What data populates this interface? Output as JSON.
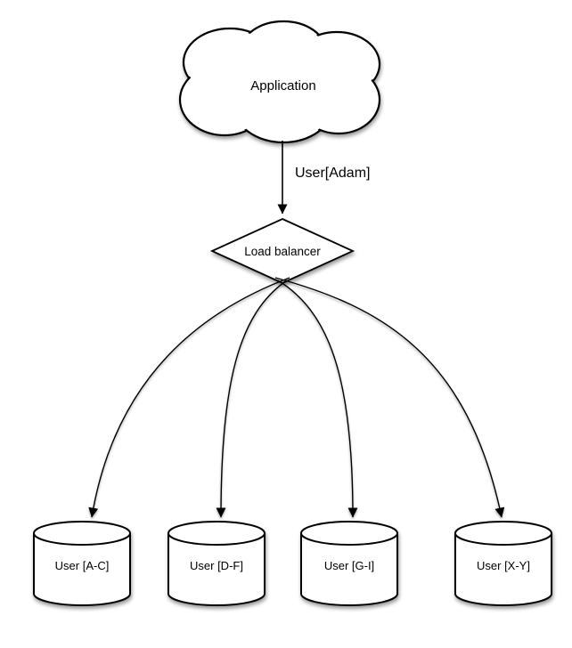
{
  "diagram": {
    "application": {
      "label": "Application",
      "shape": "cloud"
    },
    "request_edge": {
      "label": "User[Adam]"
    },
    "load_balancer": {
      "label": "Load balancer",
      "shape": "diamond"
    },
    "databases": [
      {
        "label": "User [A-C]",
        "shape": "cylinder"
      },
      {
        "label": "User [D-F]",
        "shape": "cylinder"
      },
      {
        "label": "User [G-I]",
        "shape": "cylinder"
      },
      {
        "label": "User [X-Y]",
        "shape": "cylinder"
      }
    ],
    "colors": {
      "stroke": "#000000",
      "fill": "#ffffff",
      "background": "#ffffff"
    }
  }
}
